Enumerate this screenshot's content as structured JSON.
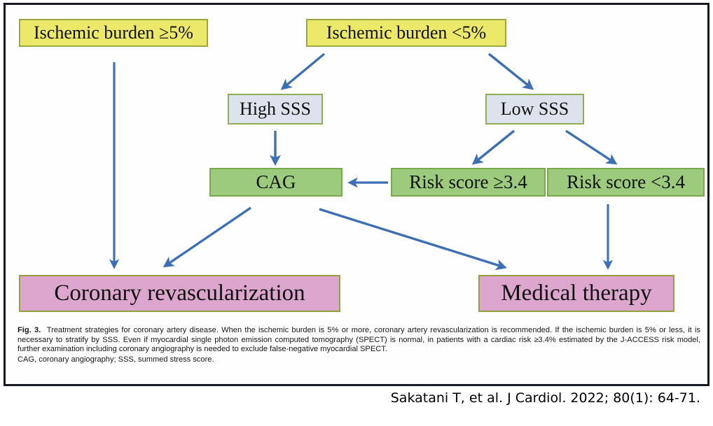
{
  "figure": {
    "nodes": {
      "ischemic_burden_high": "Ischemic burden ≥5%",
      "ischemic_burden_low": "Ischemic burden <5%",
      "high_sss": "High SSS",
      "low_sss": "Low SSS",
      "cag": "CAG",
      "risk_score_high": "Risk score ≥3.4",
      "risk_score_low": "Risk score <3.4",
      "coronary_revascularization": "Coronary revascularization",
      "medical_therapy": "Medical therapy"
    },
    "edges": [
      {
        "from": "ischemic_burden_high",
        "to": "coronary_revascularization",
        "style": "straight-down"
      },
      {
        "from": "ischemic_burden_low",
        "to": "high_sss",
        "style": "diagonal-left"
      },
      {
        "from": "ischemic_burden_low",
        "to": "low_sss",
        "style": "diagonal-right"
      },
      {
        "from": "high_sss",
        "to": "cag",
        "style": "straight-down"
      },
      {
        "from": "low_sss",
        "to": "risk_score_high",
        "style": "diagonal-left"
      },
      {
        "from": "low_sss",
        "to": "risk_score_low",
        "style": "diagonal-right"
      },
      {
        "from": "risk_score_high",
        "to": "cag",
        "style": "horizontal-left"
      },
      {
        "from": "cag",
        "to": "coronary_revascularization",
        "style": "diagonal-left"
      },
      {
        "from": "cag",
        "to": "medical_therapy",
        "style": "diagonal-right"
      },
      {
        "from": "risk_score_low",
        "to": "medical_therapy",
        "style": "straight-down"
      }
    ],
    "colors": {
      "yellow_fill": "#ece96a",
      "blue_fill": "#dde3ed",
      "green_fill": "#9ccb7d",
      "pink_fill": "#dca6ce",
      "box_border": "#8aa63c",
      "arrow": "#3c6fb4",
      "frame_border": "#151a24"
    },
    "caption": {
      "label": "Fig. 3.",
      "body": "Treatment strategies for coronary artery disease. When the ischemic burden is 5% or more, coronary artery revascularization is recommended. If the ischemic burden is 5% or less, it is necessary to stratify by SSS. Even if myocardial single photon emission computed tomography (SPECT) is normal, in patients with a cardiac risk ≥3.4% estimated by the J-ACCESS risk model, further examination including coronary angiography is needed to exclude false-negative myocardial SPECT.",
      "abbreviations": "CAG, coronary angiography; SSS, summed stress score."
    }
  },
  "citation": "Sakatani T, et al. J Cardiol. 2022; 80(1): 64-71."
}
